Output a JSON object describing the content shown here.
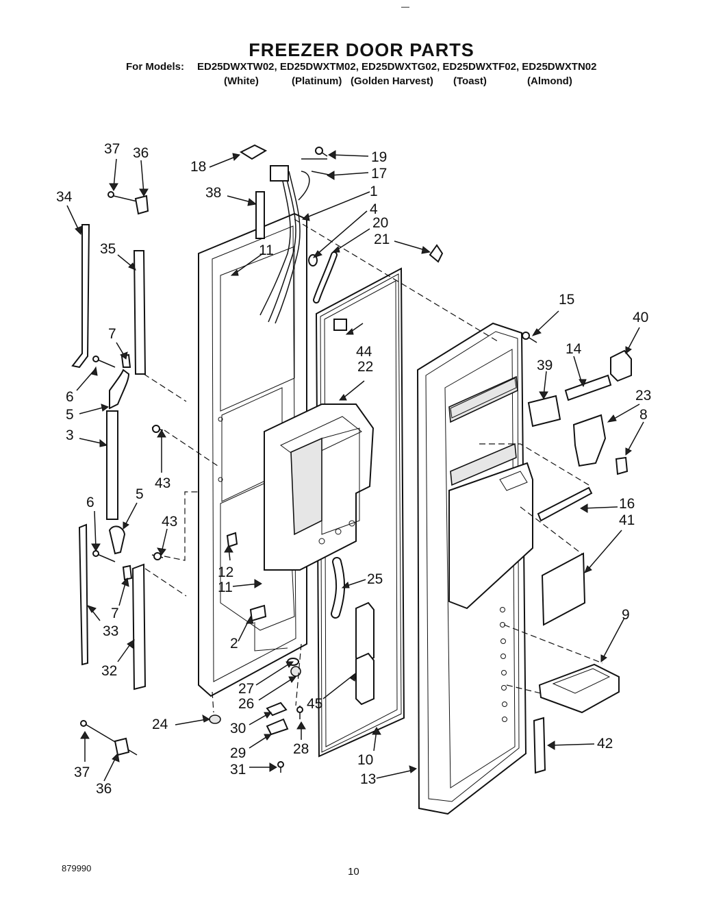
{
  "header": {
    "title": "FREEZER DOOR  PARTS",
    "models_label": "For Models:",
    "models": "ED25DWXTW02, ED25DWXTM02, ED25DWXTG02, ED25DWXTF02, ED25DWXTN02",
    "colors": [
      "(White)",
      "(Platinum)",
      "(Golden Harvest)",
      "(Toast)",
      "(Almond)"
    ]
  },
  "footer": {
    "doc_code": "879990",
    "page_number": "10"
  },
  "callouts": [
    "1",
    "2",
    "3",
    "4",
    "5",
    "5",
    "6",
    "6",
    "7",
    "7",
    "8",
    "9",
    "10",
    "11",
    "11",
    "12",
    "13",
    "14",
    "15",
    "16",
    "17",
    "18",
    "19",
    "20",
    "21",
    "22",
    "23",
    "24",
    "25",
    "26",
    "27",
    "28",
    "29",
    "30",
    "31",
    "32",
    "33",
    "34",
    "35",
    "36",
    "36",
    "37",
    "37",
    "38",
    "39",
    "40",
    "41",
    "42",
    "43",
    "43",
    "44",
    "45"
  ]
}
